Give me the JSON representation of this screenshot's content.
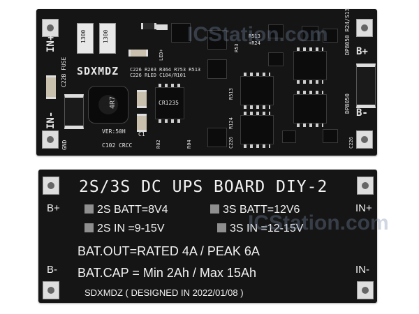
{
  "top_board": {
    "labels": {
      "in_plus": "IN+",
      "in_minus": "IN-",
      "c22b_fuse": "C22B FUSE",
      "brand": "SDXMDZ",
      "c226_r203": "C226 R203 R364 R753 R513",
      "c226_rled": "C226 RLED C104/R101",
      "gnd": "GND",
      "ver": "VER:50H",
      "c1": "C1",
      "c102_crcc": "C102 CRCC",
      "r02": "R02",
      "r04": "R04",
      "r53": "R53",
      "r513": "R513",
      "r24": "+R24",
      "r513b": "R513",
      "r124": "R124",
      "c226b": "C226",
      "dp8050_top": "DP8050 R24/S13",
      "dp8050_bot": "DP8050",
      "b_plus": "B+",
      "b_minus": "B-",
      "c226c": "C226",
      "cr1235": "CR1235",
      "ind_mark": "4R7",
      "chip_mark": "1300",
      "led_mark": "LED+"
    }
  },
  "bottom_board": {
    "title": "2S/3S DC UPS BOARD DIY-2",
    "b_plus": "B+",
    "b_minus": "B-",
    "in_plus": "IN+",
    "in_minus": "IN-",
    "spec_2s_batt": "2S BATT=8V4",
    "spec_3s_batt": "3S BATT=12V6",
    "spec_2s_in": "2S IN =9-15V",
    "spec_3s_in": "3S IN =12-15V",
    "bat_out": "BAT.OUT=RATED 4A / PEAK 6A",
    "bat_cap": "BAT.CAP = Min 2Ah / Max 15Ah",
    "designed": "SDXMDZ ( DESIGNED IN 2022/01/08 )"
  },
  "watermark": "ICStation.com"
}
